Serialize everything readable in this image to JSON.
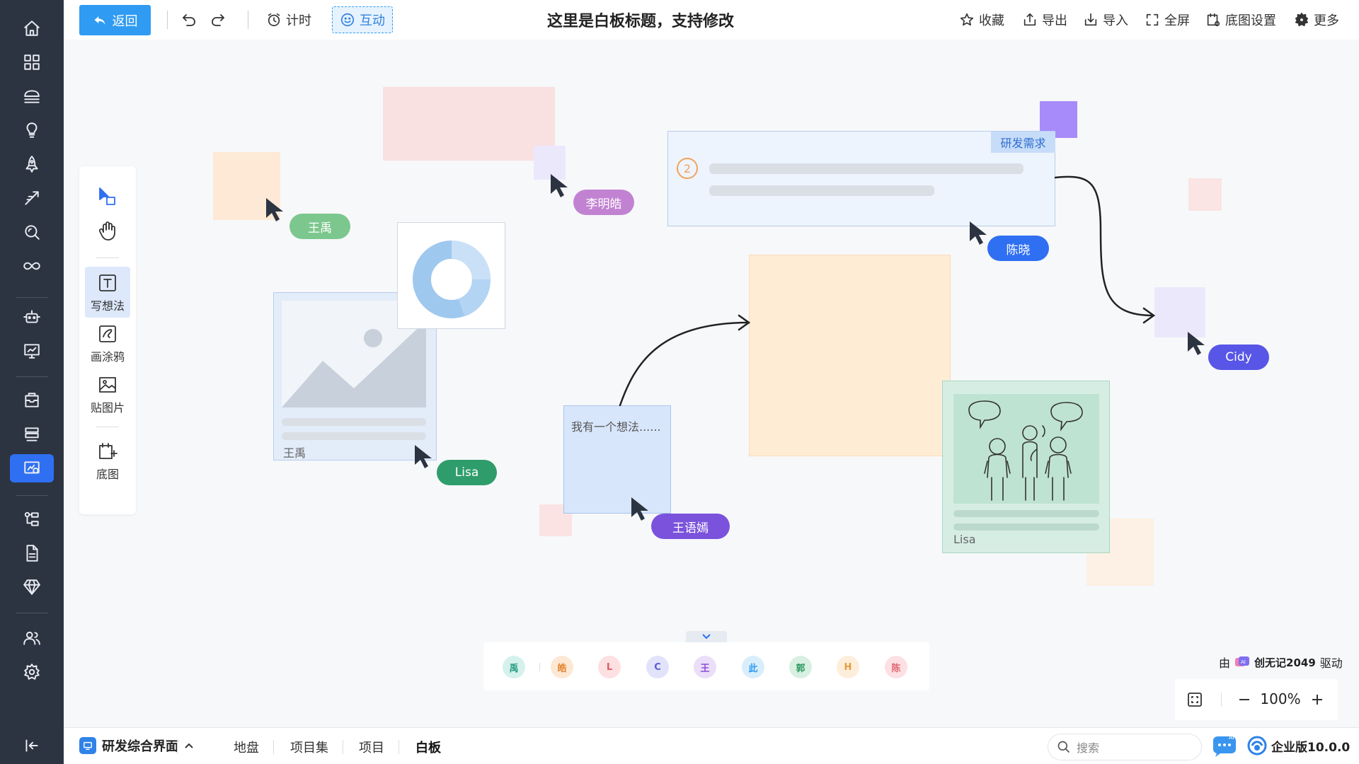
{
  "toolbar": {
    "back_label": "返回",
    "timer_label": "计时",
    "interact_label": "互动",
    "title": "这里是白板标题，支持修改",
    "favorite_label": "收藏",
    "export_label": "导出",
    "import_label": "导入",
    "fullscreen_label": "全屏",
    "bg_settings_label": "底图设置",
    "more_label": "更多"
  },
  "palette": {
    "write_label": "写想法",
    "draw_label": "画涂鸦",
    "image_label": "贴图片",
    "bg_label": "底图"
  },
  "canvas": {
    "card_tag": "研发需求",
    "card_badge": "2",
    "note_text": "我有一个想法......",
    "image_caption": "王禹",
    "illustration_caption": "Lisa"
  },
  "users": [
    {
      "name": "王禹",
      "color": "#7cc78e"
    },
    {
      "name": "李明皓",
      "color": "#c282d2"
    },
    {
      "name": "陈晓",
      "color": "#2f6ff2"
    },
    {
      "name": "Cidy",
      "color": "#5856e6"
    },
    {
      "name": "Lisa",
      "color": "#2f9d6b"
    },
    {
      "name": "王语嫣",
      "color": "#7b52dc"
    }
  ],
  "avatars": [
    {
      "text": "禹",
      "bg": "#d5f1ec",
      "fg": "#2a9d84"
    },
    {
      "text": "皓",
      "bg": "#fde8d4",
      "fg": "#e2832c"
    },
    {
      "text": "L",
      "bg": "#fde0e2",
      "fg": "#e05a66"
    },
    {
      "text": "C",
      "bg": "#e2e2fb",
      "fg": "#5b5bd6"
    },
    {
      "text": "王",
      "bg": "#ebdef9",
      "fg": "#8a4fd9"
    },
    {
      "text": "此",
      "bg": "#d9eefb",
      "fg": "#2f9bf2"
    },
    {
      "text": "郭",
      "bg": "#d8f0e2",
      "fg": "#2e9b63"
    },
    {
      "text": "H",
      "bg": "#fdeedc",
      "fg": "#e99a3a"
    },
    {
      "text": "陈",
      "bg": "#fce0e3",
      "fg": "#e0656f"
    }
  ],
  "zoom": {
    "level": "100%"
  },
  "powered": {
    "prefix": "由",
    "brand": "创无记2049",
    "suffix": "驱动"
  },
  "bottombar": {
    "project_name": "研发综合界面",
    "tabs": [
      "地盘",
      "项目集",
      "项目",
      "白板"
    ],
    "search_placeholder": "搜索",
    "edition": "企业版10.0.0"
  }
}
